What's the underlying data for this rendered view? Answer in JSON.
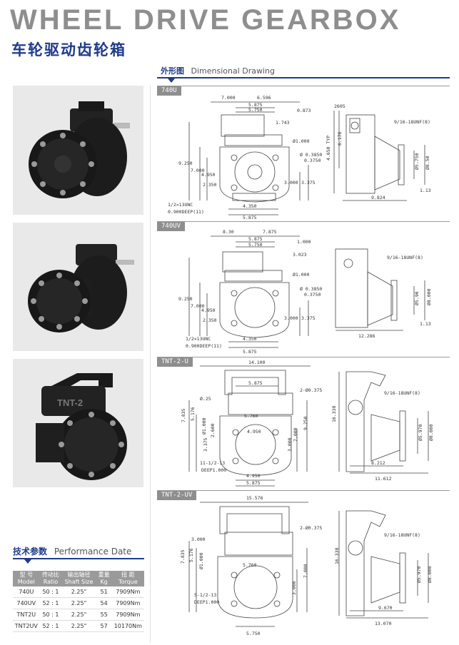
{
  "header": {
    "title": "WHEEL DRIVE GEARBOX",
    "subtitle_cn": "车轮驱动齿轮箱"
  },
  "drawing_section": {
    "label_cn": "外形图",
    "label_en": "Dimensional Drawing"
  },
  "panels": [
    {
      "tab": "740U",
      "dims": {
        "top_left": "7.000",
        "top_right": "6.596",
        "w1": "5.875",
        "w2": "5.750",
        "d_0873": "0.873",
        "d_1743": "1.743",
        "phi1000": "Ø1.000",
        "phi3850": "Ø 0.3850",
        "phi3750": "0.3750",
        "h9250": "9.250",
        "h7000": "7.000",
        "h4950": "4.950",
        "h2350": "2.350",
        "h3000": "3.000",
        "h3375": "3.375",
        "b4350": "4.350",
        "b5875": "5.875",
        "unc1": "1/2×13UNC",
        "unc2": "0.900DEEP(11)",
        "s2605": "2605",
        "s4650": "4.650 TYP",
        "s6176": "6.176",
        "unf": "9/16-18UNF(8)",
        "s5750": "Ø5.750",
        "s8500": "Ø8.50",
        "s113": "1.13",
        "s9824": "9.824"
      }
    },
    {
      "tab": "740UV",
      "dims": {
        "top_left": "8.30",
        "top_right": "7.875",
        "w1": "5.875",
        "w2": "5.750",
        "d1": "1.000",
        "d2": "3.023",
        "phi1000": "Ø1.000",
        "phi3850": "Ø 0.3850",
        "phi3750": "0.3750",
        "h9250": "9.250",
        "h7000": "7.000",
        "h4950": "4.950",
        "h2350": "2.350",
        "h3000": "3.000",
        "h3375": "3.375",
        "b4350": "4.350",
        "b5875": "5.875",
        "unc1": "1/2×13UNC",
        "unc2": "0.900DEEP(11)",
        "unf": "9/16-18UNF(8)",
        "s5900": "Ø5.90",
        "s8000": "Ø8.000",
        "s113": "1.13",
        "s12286": "12.286"
      }
    },
    {
      "tab": "TNT-2-U",
      "dims": {
        "top": "14.100",
        "w1": "5.875",
        "d025": "Ø.25",
        "phi0375": "2-Ø0.375",
        "h7835": "7.835",
        "h5176": "5.176",
        "phi1000": "Ø1.000",
        "h2600": "2.600",
        "h3375": "3.375",
        "w5760": "5.760",
        "w4950": "4.950",
        "h9250": "9.250",
        "h7000": "7.000",
        "h3000": "3.000",
        "unc1": "11-1/2-13",
        "unc2": "DEEP1.000",
        "b4950": "4.950",
        "b5875": "5.875",
        "unf": "9/16-18UNF(8)",
        "h16338": "16.338",
        "s5970": "Ø5.970",
        "s8000": "Ø8.000",
        "s8212": "8.212",
        "s11612": "11.612"
      }
    },
    {
      "tab": "TNT-2-UV",
      "dims": {
        "top": "15.576",
        "d3000": "3.000",
        "phi0375": "2-Ø0.375",
        "h7835": "7.835",
        "h5176": "5.176",
        "phi1000": "Ø1.000",
        "w5760": "5.760",
        "h7000": "7.000",
        "h3000": "3.000",
        "unc1": "5-1/2-13",
        "unc2": "DEEP1.000",
        "b5750": "5.750",
        "unf": "9/16-18UNF(8)",
        "h16338": "16.338",
        "s5970": "Ø5.970",
        "s8000": "Ø8.000",
        "s9670": "9.670",
        "s13070": "13.070"
      }
    }
  ],
  "photo_labels": {
    "tnt_mark": "TNT-2"
  },
  "performance": {
    "label_cn": "技术参数",
    "label_en": "Performance Date",
    "headers": [
      {
        "cn": "型  号",
        "en": "Model"
      },
      {
        "cn": "传动比",
        "en": "Ratio"
      },
      {
        "cn": "输出轴径",
        "en": "Shaft Size"
      },
      {
        "cn": "重量",
        "en": "Kg"
      },
      {
        "cn": "扭  距",
        "en": "Torque"
      }
    ],
    "rows": [
      [
        "740U",
        "50 : 1",
        "2.25\"",
        "51",
        "7909Nm"
      ],
      [
        "740UV",
        "52 : 1",
        "2.25\"",
        "54",
        "7909Nm"
      ],
      [
        "TNT2U",
        "50 : 1",
        "2.25\"",
        "55",
        "7909Nm"
      ],
      [
        "TNT2UV",
        "52 : 1",
        "2.25\"",
        "57",
        "10170Nm"
      ]
    ]
  }
}
